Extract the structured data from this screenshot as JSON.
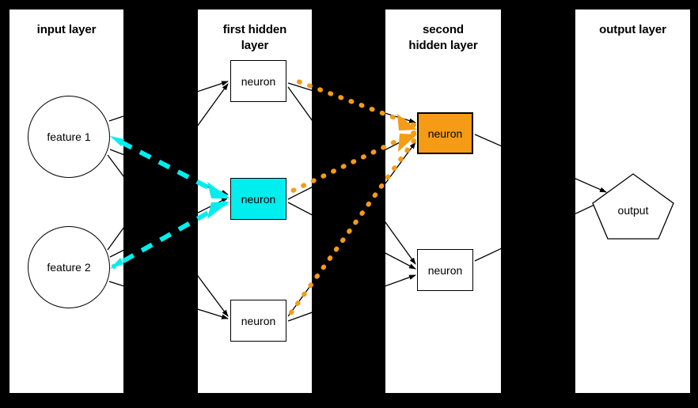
{
  "diagram": {
    "background_color": "#000000",
    "panel_color": "#ffffff",
    "accent_cyan": "#00e5ee",
    "accent_orange": "#f59b16",
    "edge_color": "#000000"
  },
  "panels": [
    {
      "id": "input",
      "title": "input layer"
    },
    {
      "id": "hidden1",
      "title": "first hidden\nlayer",
      "title_line1": "first hidden",
      "title_line2": "layer"
    },
    {
      "id": "hidden2",
      "title": "second\nhidden layer",
      "title_line1": "second",
      "title_line2": "hidden layer"
    },
    {
      "id": "output",
      "title": "output layer"
    }
  ],
  "nodes": {
    "input": [
      {
        "id": "feature1",
        "label": "feature 1",
        "shape": "circle",
        "fill": "#ffffff"
      },
      {
        "id": "feature2",
        "label": "feature 2",
        "shape": "circle",
        "fill": "#ffffff"
      }
    ],
    "hidden1": [
      {
        "id": "h1n1",
        "label": "neuron",
        "shape": "box",
        "fill": "#ffffff"
      },
      {
        "id": "h1n2",
        "label": "neuron",
        "shape": "box",
        "fill": "#00eeee",
        "highlighted": true
      },
      {
        "id": "h1n3",
        "label": "neuron",
        "shape": "box",
        "fill": "#ffffff"
      }
    ],
    "hidden2": [
      {
        "id": "h2n1",
        "label": "neuron",
        "shape": "box",
        "fill": "#f59b16",
        "highlighted": true
      },
      {
        "id": "h2n2",
        "label": "neuron",
        "shape": "box",
        "fill": "#ffffff"
      }
    ],
    "output": [
      {
        "id": "out1",
        "label": "output",
        "shape": "pentagon",
        "fill": "#ffffff"
      }
    ]
  },
  "highlighted_paths": [
    {
      "id": "cyan-backprop",
      "color": "#00eeee",
      "style": "dashed",
      "from": "h1n2",
      "to": [
        "feature1",
        "feature2"
      ]
    },
    {
      "id": "orange-backprop",
      "color": "#f59b16",
      "style": "dotted",
      "from": "h2n1",
      "to": [
        "h1n1",
        "h1n2",
        "h1n3"
      ]
    }
  ]
}
